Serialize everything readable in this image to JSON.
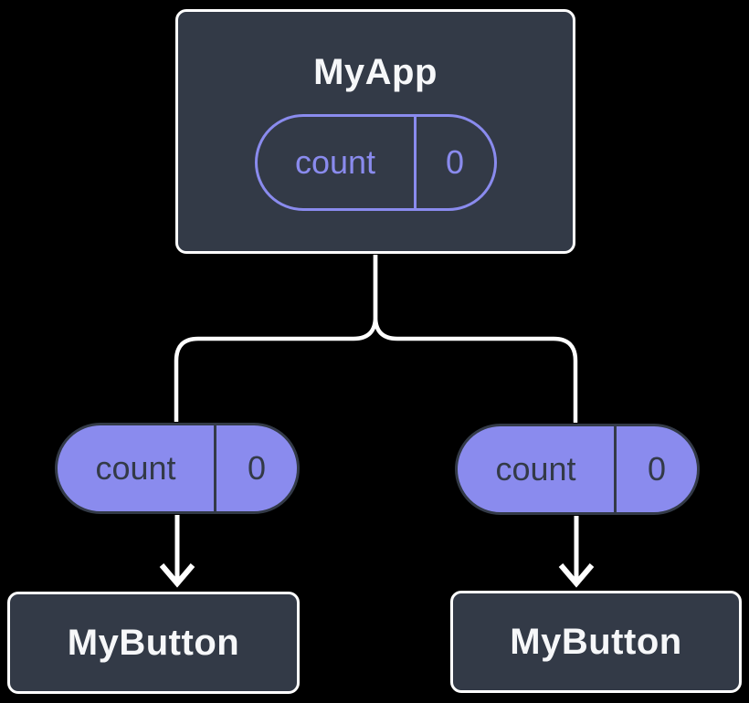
{
  "diagram": {
    "description": "React component tree showing state lifted to parent",
    "colors": {
      "background": "#000000",
      "node_fill": "#333A47",
      "node_border": "#FFFFFF",
      "accent_purple": "#8A8BEE",
      "pill_dark_text": "#333A47",
      "title_text": "#F6F7F9",
      "connector": "#FFFFFF"
    },
    "root": {
      "title": "MyApp",
      "state": {
        "name": "count",
        "value": "0"
      }
    },
    "left_child": {
      "title": "MyButton",
      "prop": {
        "name": "count",
        "value": "0"
      }
    },
    "right_child": {
      "title": "MyButton",
      "prop": {
        "name": "count",
        "value": "0"
      }
    }
  }
}
